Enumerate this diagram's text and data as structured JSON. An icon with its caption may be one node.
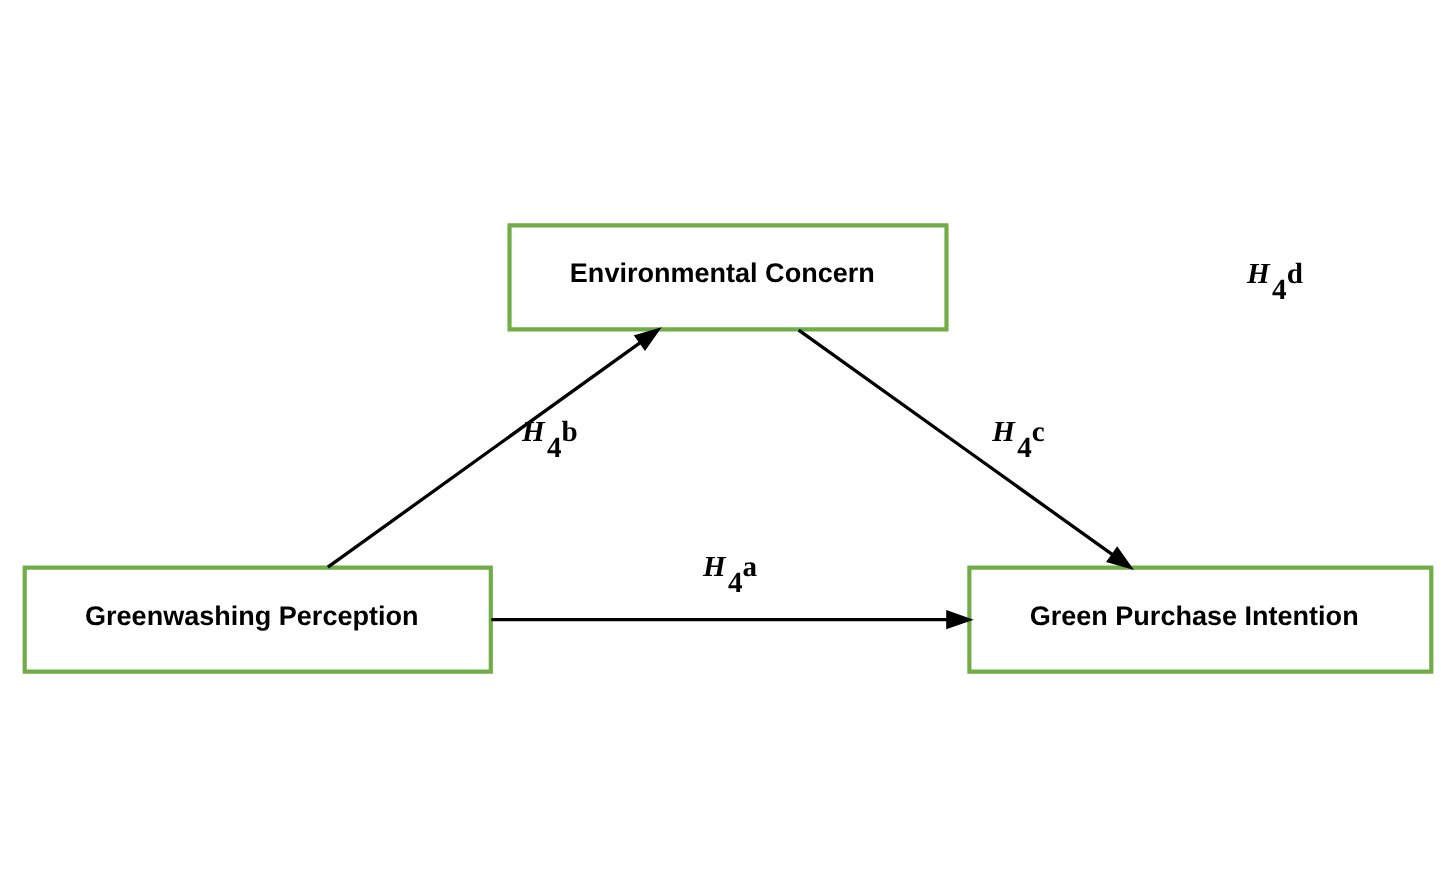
{
  "diagram": {
    "nodes": [
      {
        "text": [
          "Environmental Concern"
        ]
      },
      {
        "text": [
          "Greenwashing Perception"
        ]
      },
      {
        "text": [
          "Green Purchase Intention"
        ]
      }
    ],
    "edges": [
      {
        "from": 1,
        "to": 0,
        "arrow": "to",
        "label": "*H*$_{4}$b"
      },
      {
        "from": 0,
        "to": 2,
        "arrow": "to",
        "label": "*H*$_{4}$c"
      },
      {
        "from": 1,
        "to": 2,
        "arrow": "to",
        "label": "*H*$_{4}$a"
      }
    ],
    "labels": [
      "*H*$_{4}$d"
    ]
  }
}
